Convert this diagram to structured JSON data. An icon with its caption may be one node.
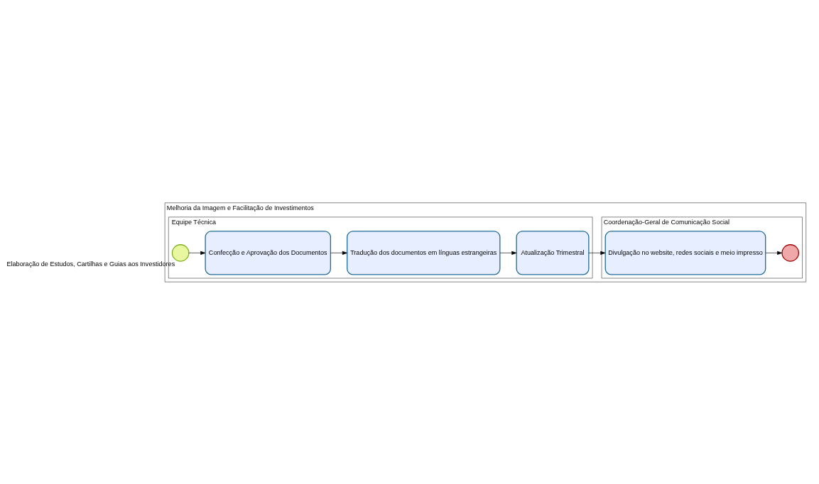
{
  "diagram": {
    "nodes": [
      {
        "text": [
          "Melhoria da Imagem e Facilitação de Investimentos"
        ]
      },
      {
        "text": [
          "Coordenação-Geral de Comunicação Social"
        ],
        "in": 0
      },
      {
        "text": [
          "Divulgação no website, redes sociais e meio impresso"
        ],
        "in": 1
      },
      {
        "text": [],
        "shape": "circle",
        "in": 1
      },
      {
        "text": [
          "Equipe Técnica"
        ],
        "in": 0
      },
      {
        "text": [],
        "shape": "circle",
        "in": 4,
        "beside": [
          "Elaboração de Estudos, Cartilhas e Guias aos Investidores"
        ]
      },
      {
        "text": [
          "Confecção e Aprovação dos Documentos"
        ],
        "in": 4
      },
      {
        "text": [
          "Tradução dos documentos em línguas estrangeiras"
        ],
        "in": 4
      },
      {
        "text": [
          "Atualização Trimestral"
        ],
        "in": 4
      }
    ],
    "edges": [
      {
        "from": 5,
        "to": 6,
        "arrow": "to"
      },
      {
        "from": 6,
        "to": 7,
        "arrow": "to"
      },
      {
        "from": 7,
        "to": 8,
        "arrow": "to"
      },
      {
        "from": 8,
        "to": 2,
        "arrow": "to"
      },
      {
        "from": 2,
        "to": 3,
        "arrow": "to"
      }
    ]
  }
}
